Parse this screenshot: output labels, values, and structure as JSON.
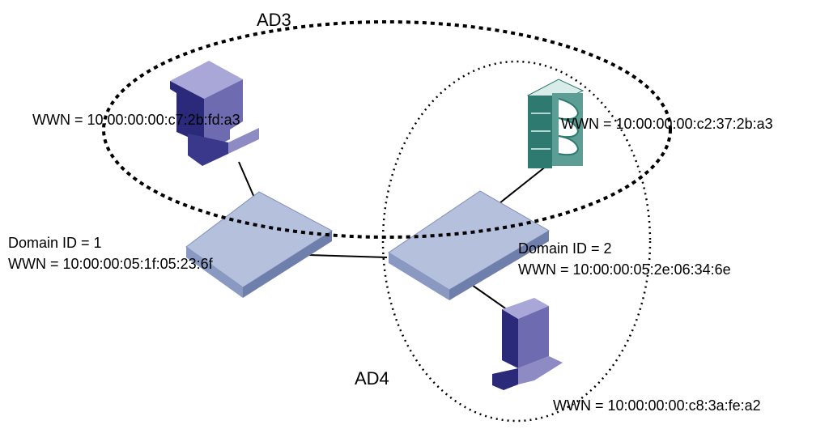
{
  "zones": {
    "ad3": {
      "label": "AD3"
    },
    "ad4": {
      "label": "AD4"
    }
  },
  "devices": {
    "host_top_left": {
      "wwn": "WWN = 10:00:00:00:c7:2b:fd:a3"
    },
    "storage_top_right": {
      "wwn": "WWN = 10:00:00:00:c2:37:2b:a3"
    },
    "host_bottom_right": {
      "wwn": "WWN = 10:00:00:00:c8:3a:fe:a2"
    },
    "switch_1": {
      "domain": "Domain ID = 1",
      "wwn": "WWN = 10:00:00:05:1f:05:23:6f"
    },
    "switch_2": {
      "domain": "Domain ID = 2",
      "wwn": "WWN = 10:00:00:05:2e:06:34:6e"
    }
  },
  "colors": {
    "host_front": "#2b2a7a",
    "host_top": "#a9a6d8",
    "host_side": "#6e6bb0",
    "switch_top": "#b4c0dc",
    "switch_side": "#7f8fb8",
    "storage": "#2f7a70",
    "storage_light": "#d8ece9"
  }
}
